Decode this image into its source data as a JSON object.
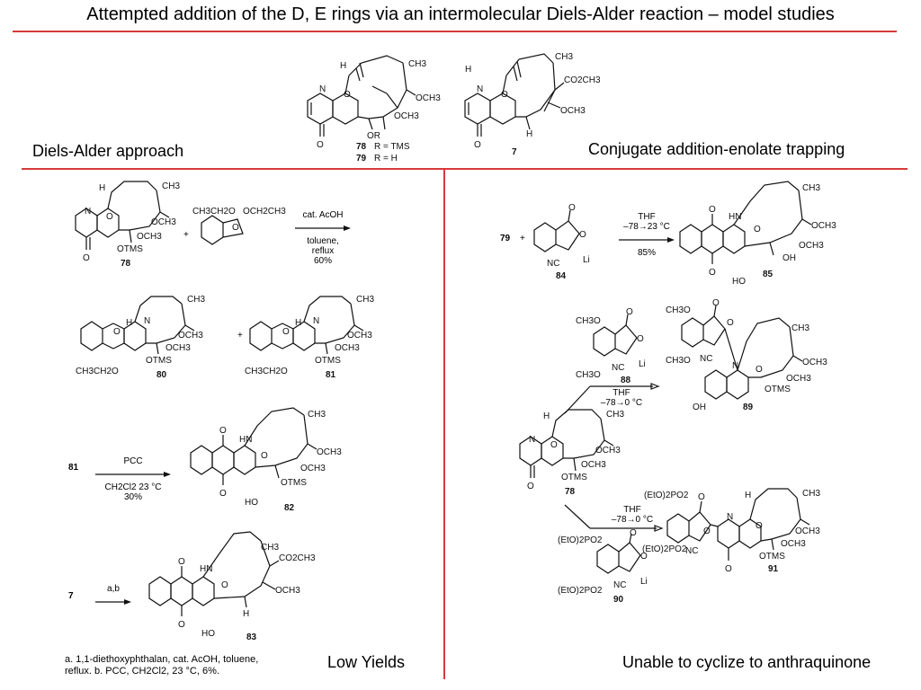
{
  "slide": {
    "title": "Attempted addition of the D, E rings via an intermolecular Diels-Alder reaction – model studies",
    "left_heading": "Diels-Alder approach",
    "right_heading": "Conjugate addition-enolate trapping",
    "left_bottom": "Low Yields",
    "right_bottom": "Unable to cyclize to anthraquinone"
  },
  "top_structures": {
    "s78_79": {
      "ch3": "CH3",
      "och3_a": "OCH3",
      "och3_b": "OCH3",
      "or": "OR",
      "n": "N",
      "h": "H",
      "o_bridge": "O",
      "o_ketone": "O",
      "legend_78": "78",
      "legend_78_r": "R = TMS",
      "legend_79": "79",
      "legend_79_r": "R = H"
    },
    "s7": {
      "ch3": "CH3",
      "co2ch3": "CO2CH3",
      "och3": "OCH3",
      "n": "N",
      "h1": "H",
      "h2": "H",
      "o_bridge": "O",
      "o_ketone": "O",
      "num": "7"
    }
  },
  "left_panel": {
    "r1": {
      "sm": "78",
      "plus": "+",
      "reagent_a": "CH3CH2O",
      "reagent_b": "OCH2CH3",
      "cond_top": "cat. AcOH",
      "cond_mid": "toluene, reflux",
      "cond_yield": "60%",
      "ch3": "CH3",
      "och3": "OCH3",
      "och3b": "OCH3",
      "otms": "OTMS",
      "n": "N",
      "h": "H",
      "o": "O"
    },
    "r2": {
      "num80": "80",
      "num81": "81",
      "plus": "+",
      "etO_80": "CH3CH2O",
      "etO_81": "CH3CH2O",
      "ch3": "CH3",
      "och3": "OCH3",
      "och3b": "OCH3",
      "otms": "OTMS",
      "h": "H",
      "n": "N",
      "o": "O"
    },
    "r3": {
      "sm": "81",
      "cond_top": "PCC",
      "cond_mid": "CH2Cl2 23 °C",
      "cond_yield": "30%",
      "num": "82",
      "hn": "HN",
      "ho": "HO",
      "o": "O",
      "ch3": "CH3",
      "och3": "OCH3",
      "och3b": "OCH3",
      "otms": "OTMS"
    },
    "r4": {
      "sm": "7",
      "cond": "a,b",
      "num": "83",
      "hn": "HN",
      "ho": "HO",
      "o": "O",
      "ch3": "CH3",
      "co2ch3": "CO2CH3",
      "och3": "OCH3",
      "h": "H"
    },
    "footnote_1": "a. 1,1-diethoxyphthalan, cat. AcOH, toluene,",
    "footnote_2": "reflux. b. PCC, CH2Cl2, 23 °C, 6%."
  },
  "right_panel": {
    "r1": {
      "sm": "79",
      "plus": "+",
      "reagent": "84",
      "nc": "NC",
      "li": "Li",
      "o": "O",
      "cond_top": "THF",
      "cond_mid": "–78→23 °C",
      "cond_yield": "85%",
      "product": "85",
      "hn": "HN",
      "ho": "HO",
      "oh": "OH",
      "ch3": "CH3",
      "och3": "OCH3",
      "och3b": "OCH3"
    },
    "r2": {
      "reagent": "88",
      "ch3o_a": "CH3O",
      "ch3o_b": "CH3O",
      "nc": "NC",
      "li": "Li",
      "o": "O",
      "cond_top": "THF",
      "cond_mid": "–78→0 °C",
      "product": "89",
      "oh": "OH",
      "ch3": "CH3",
      "och3": "OCH3",
      "och3b": "OCH3",
      "otms": "OTMS",
      "n": "N",
      "p_ch3o_a": "CH3O",
      "p_ch3o_b": "CH3O",
      "p_nc": "NC"
    },
    "center": {
      "num": "78",
      "ch3": "CH3",
      "och3": "OCH3",
      "och3b": "OCH3",
      "otms": "OTMS",
      "n": "N",
      "h": "H",
      "o": "O"
    },
    "r3": {
      "reagent": "90",
      "po_a": "(EtO)2PO2",
      "po_b": "(EtO)2PO2",
      "nc": "NC",
      "li": "Li",
      "o": "O",
      "cond_top": "THF",
      "cond_mid": "–78→0 °C",
      "product": "91",
      "p_po_a": "(EtO)2PO2",
      "p_po_b": "(EtO)2PO2",
      "p_nc": "NC",
      "ch3": "CH3",
      "och3": "OCH3",
      "och3b": "OCH3",
      "otms": "OTMS",
      "n": "N",
      "h": "H"
    }
  }
}
